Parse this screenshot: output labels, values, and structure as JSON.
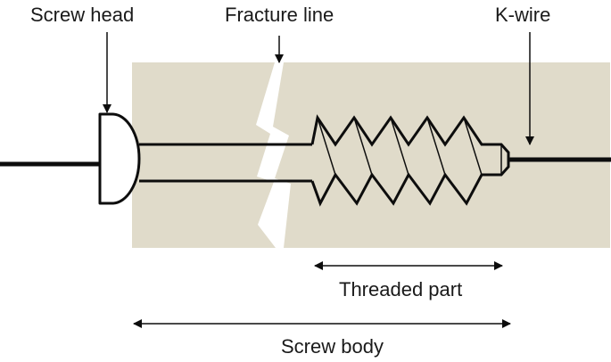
{
  "diagram": {
    "labels": {
      "screw_head": "Screw head",
      "fracture_line": "Fracture line",
      "k_wire": "K-wire",
      "threaded_part": "Threaded part",
      "screw_body": "Screw body"
    },
    "colors": {
      "bone": "#e0dbca",
      "stroke": "#0d0d0d",
      "background": "#ffffff",
      "fracture": "#ffffff"
    }
  }
}
